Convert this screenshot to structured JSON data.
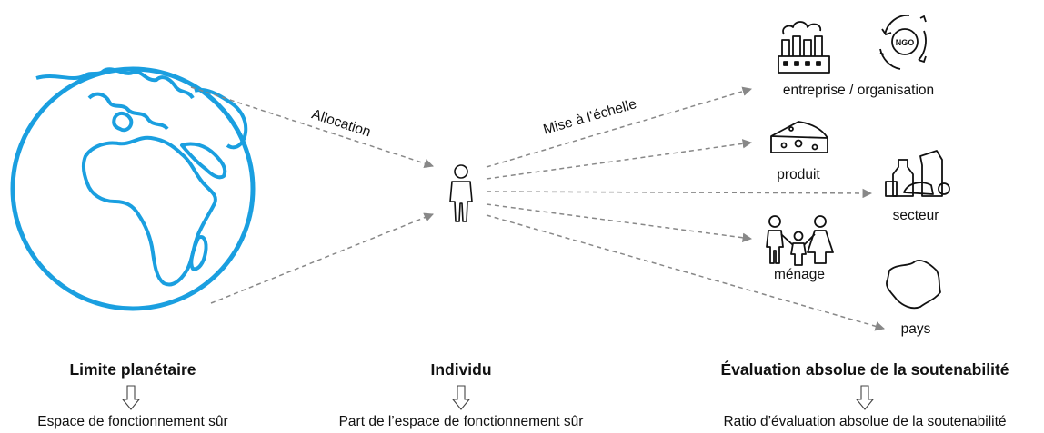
{
  "diagram": {
    "left_node": {
      "title": "Limite planétaire",
      "subtitle": "Espace de fonctionnement sûr"
    },
    "center_node": {
      "title": "Individu",
      "subtitle": "Part de l’espace de fonctionnement sûr"
    },
    "right_node": {
      "title": "Évaluation absolue de la soutenabilité",
      "subtitle": "Ratio d’évaluation absolue de la soutenabilité"
    },
    "arrow_labels": {
      "allocation": "Allocation",
      "scaling": "Mise à l’échelle"
    },
    "targets": [
      {
        "label": "entreprise / organisation",
        "icon": "factory-icon"
      },
      {
        "label": "produit",
        "icon": "cheese-icon"
      },
      {
        "label": "secteur",
        "icon": "dairy-products-icon"
      },
      {
        "label": "ménage",
        "icon": "family-icon"
      },
      {
        "label": "pays",
        "icon": "country-map-icon"
      }
    ],
    "colors": {
      "globe": "#1a9fe0",
      "arrows": "#888888",
      "icons": "#111111"
    }
  }
}
